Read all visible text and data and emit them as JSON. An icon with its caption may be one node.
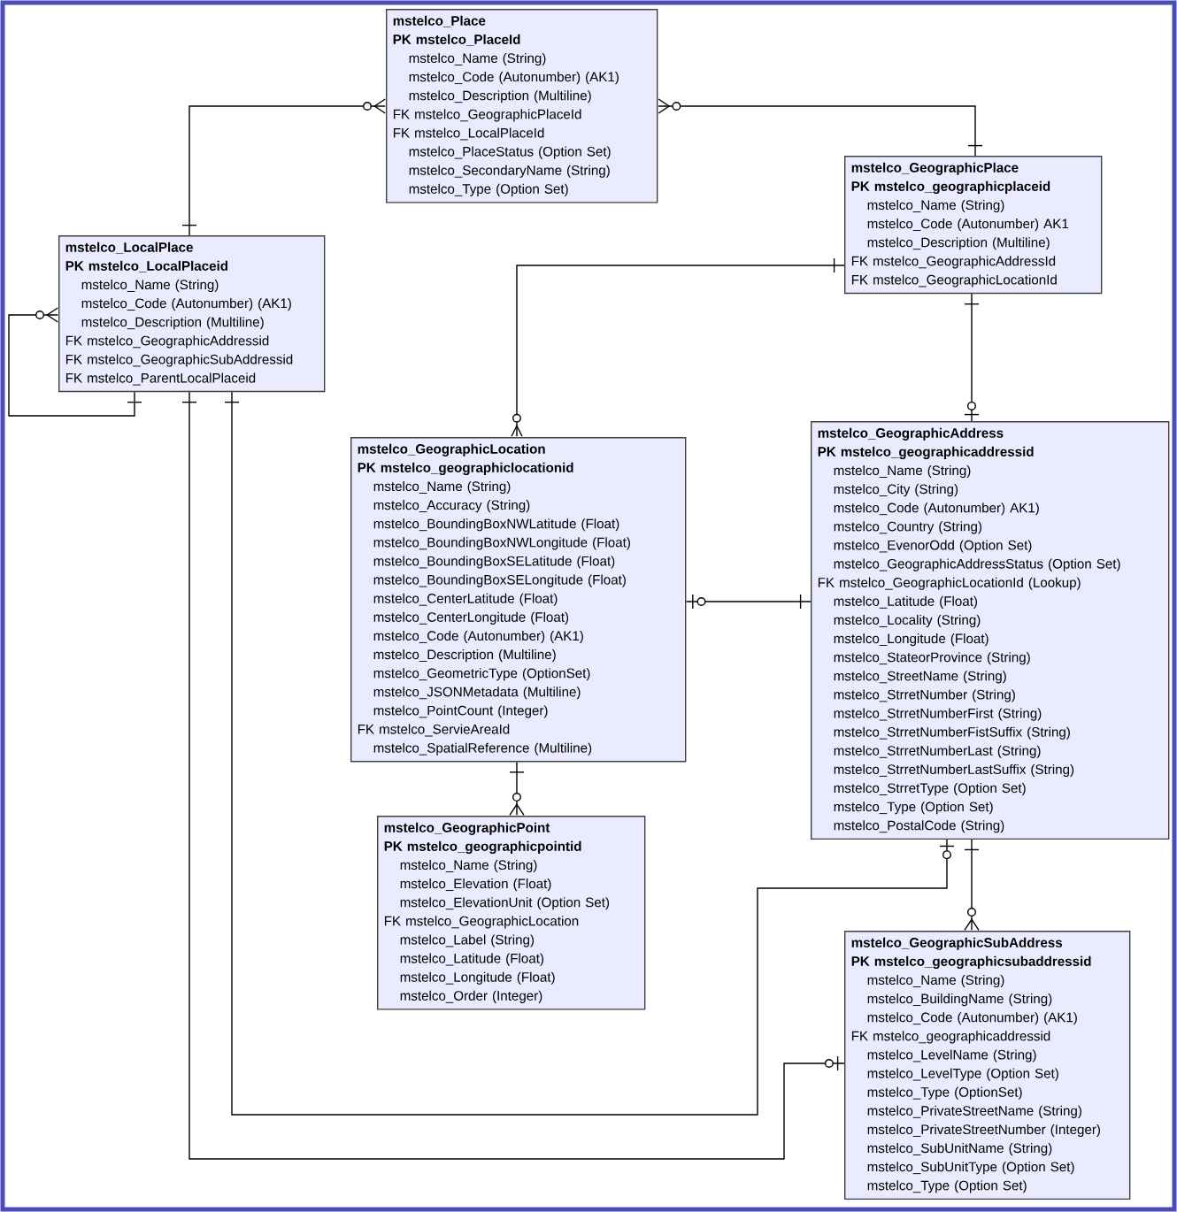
{
  "diagram": {
    "nodes": [
      {
        "text": [
          "mstelco_Place",
          "PK mstelco_PlaceId",
          "mstelco_Name (String)",
          "mstelco_Code (Autonumber) (AK1)",
          "mstelco_Description (Multiline)",
          "FK mstelco_GeographicPlaceId",
          "FK mstelco_LocalPlaceId",
          "mstelco_PlaceStatus (Option Set)",
          "mstelco_SecondaryName (String)",
          "mstelco_Type (Option Set)"
        ]
      },
      {
        "text": [
          "mstelco_LocalPlace",
          "PK mstelco_LocalPlaceid",
          "mstelco_Name (String)",
          "mstelco_Code (Autonumber) (AK1)",
          "mstelco_Description (Multiline)",
          "FK mstelco_GeographicAddressid",
          "FK mstelco_GeographicSubAddressid",
          "FK mstelco_ParentLocalPlaceid"
        ]
      },
      {
        "text": [
          "mstelco_GeographicPlace",
          "PK mstelco_geographicplaceid",
          "mstelco_Name (String)",
          "mstelco_Code (Autonumber) AK1",
          "mstelco_Description (Multiline)",
          "FK mstelco_GeographicAddressId",
          "FK mstelco_GeographicLocationId"
        ]
      },
      {
        "text": [
          "mstelco_GeographicLocation",
          "PK mstelco_geographiclocationid",
          "mstelco_Name (String)",
          "mstelco_Accuracy (String)",
          "mstelco_BoundingBoxNWLatitude (Float)",
          "mstelco_BoundingBoxNWLongitude (Float)",
          "mstelco_BoundingBoxSELatitude (Float)",
          "mstelco_BoundingBoxSELongitude (Float)",
          "mstelco_CenterLatitude (Float)",
          "mstelco_CenterLongitude (Float)",
          "mstelco_Code (Autonumber) (AK1)",
          "mstelco_Description (Multiline)",
          "mstelco_GeometricType (OptionSet)",
          "mstelco_JSONMetadata (Multiline)",
          "mstelco_PointCount (Integer)",
          "FK mstelco_ServieAreaId",
          "mstelco_SpatialReference (Multiline)"
        ]
      },
      {
        "text": [
          "mstelco_GeographicAddress",
          "PK mstelco_geographicaddressid",
          "mstelco_Name (String)",
          "mstelco_City (String)",
          "mstelco_Code (Autonumber) AK1)",
          "mstelco_Country (String)",
          "mstelco_EvenorOdd (Option Set)",
          "mstelco_GeographicAddressStatus (Option Set)",
          "FK mstelco_GeographicLocationId (Lookup)",
          "mstelco_Latitude (Float)",
          "mstelco_Locality (String)",
          "mstelco_Longitude (Float)",
          "mstelco_StateorProvince (String)",
          "mstelco_StreetName (String)",
          "mstelco_StrretNumber (String)",
          "mstelco_StrretNumberFirst (String)",
          "mstelco_StrretNumberFistSuffix (String)",
          "mstelco_StrretNumberLast (String)",
          "mstelco_StrretNumberLastSuffix (String)",
          "mstelco_StrretType (Option Set)",
          "mstelco_Type (Option Set)",
          "mstelco_PostalCode (String)"
        ]
      },
      {
        "text": [
          "mstelco_GeographicPoint",
          "PK mstelco_geographicpointid",
          "mstelco_Name (String)",
          "mstelco_Elevation (Float)",
          "mstelco_ElevationUnit (Option Set)",
          "FK mstelco_GeographicLocation",
          "mstelco_Label (String)",
          "mstelco_Latitude (Float)",
          "mstelco_Longitude (Float)",
          "mstelco_Order (Integer)"
        ]
      },
      {
        "text": [
          "mstelco_GeographicSubAddress",
          "PK mstelco_geographicsubaddressid",
          "mstelco_Name (String)",
          "mstelco_BuildingName (String)",
          "mstelco_Code (Autonumber) (AK1)",
          "FK mstelco_geographicaddressid",
          "mstelco_LevelName (String)",
          "mstelco_LevelType (Option Set)",
          "mstelco_Type (OptionSet)",
          "mstelco_PrivateStreetName (String)",
          "mstelco_PrivateStreetNumber (Integer)",
          "mstelco_SubUnitName (String)",
          "mstelco_SubUnitType (Option Set)",
          "mstelco_Type (Option Set)"
        ]
      }
    ],
    "edges": [
      {
        "from": 1,
        "to": 0,
        "arrow": "other"
      },
      {
        "from": 2,
        "to": 0,
        "arrow": "other"
      },
      {
        "from": 1,
        "to": 1,
        "arrow": "other"
      },
      {
        "from": 2,
        "to": 3,
        "arrow": "other"
      },
      {
        "from": 2,
        "to": 4,
        "arrow": "other"
      },
      {
        "from": 4,
        "to": 3,
        "arrow": "other"
      },
      {
        "from": 3,
        "to": 5,
        "arrow": "other"
      },
      {
        "from": 1,
        "to": 4,
        "arrow": "other"
      },
      {
        "from": 4,
        "to": 6,
        "arrow": "other"
      },
      {
        "from": 1,
        "to": 6,
        "arrow": "other"
      }
    ]
  }
}
